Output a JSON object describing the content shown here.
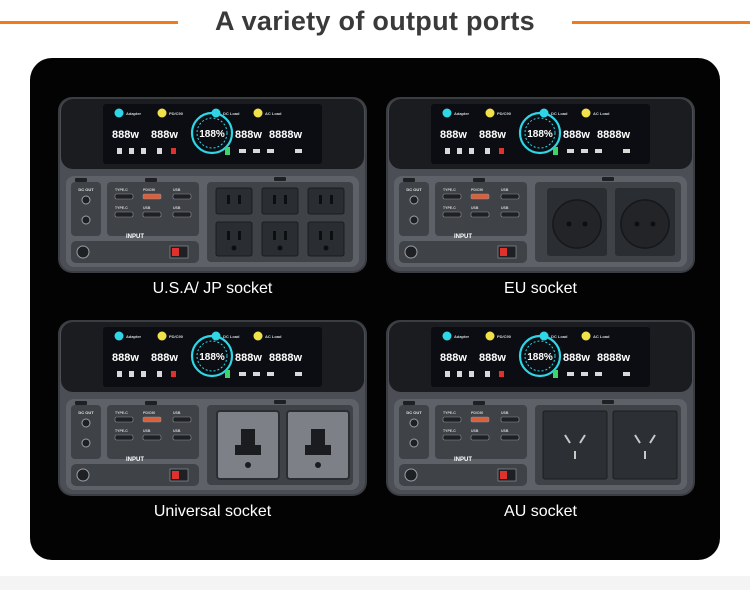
{
  "header": {
    "title": "A variety of output ports"
  },
  "colors": {
    "accent": "#f07a1c",
    "panel_bg": "#030303",
    "device_body": "#6a6e74",
    "lcd_bg": "#0b0d12",
    "lcd_cyan": "#2fd6e6"
  },
  "devices": [
    {
      "caption": "U.S.A/ JP socket",
      "socket_type": "us"
    },
    {
      "caption": "EU socket",
      "socket_type": "eu"
    },
    {
      "caption": "Universal socket",
      "socket_type": "universal"
    },
    {
      "caption": "AU socket",
      "socket_type": "au"
    }
  ],
  "lcd": {
    "labels": [
      "Adapter",
      "PD/C90",
      "DC Load",
      "AC Load"
    ],
    "left_value": "888w",
    "left_value2": "888w",
    "center_value": "188%",
    "right_value": "888w",
    "right_value2": "8888w"
  },
  "ports": {
    "dc_out_label": "DC OUT",
    "input_label": "INPUT",
    "usb_labels": [
      "TYPE-C",
      "PD/C90",
      "USB",
      "TYPE-C",
      "USB",
      "USB"
    ]
  }
}
